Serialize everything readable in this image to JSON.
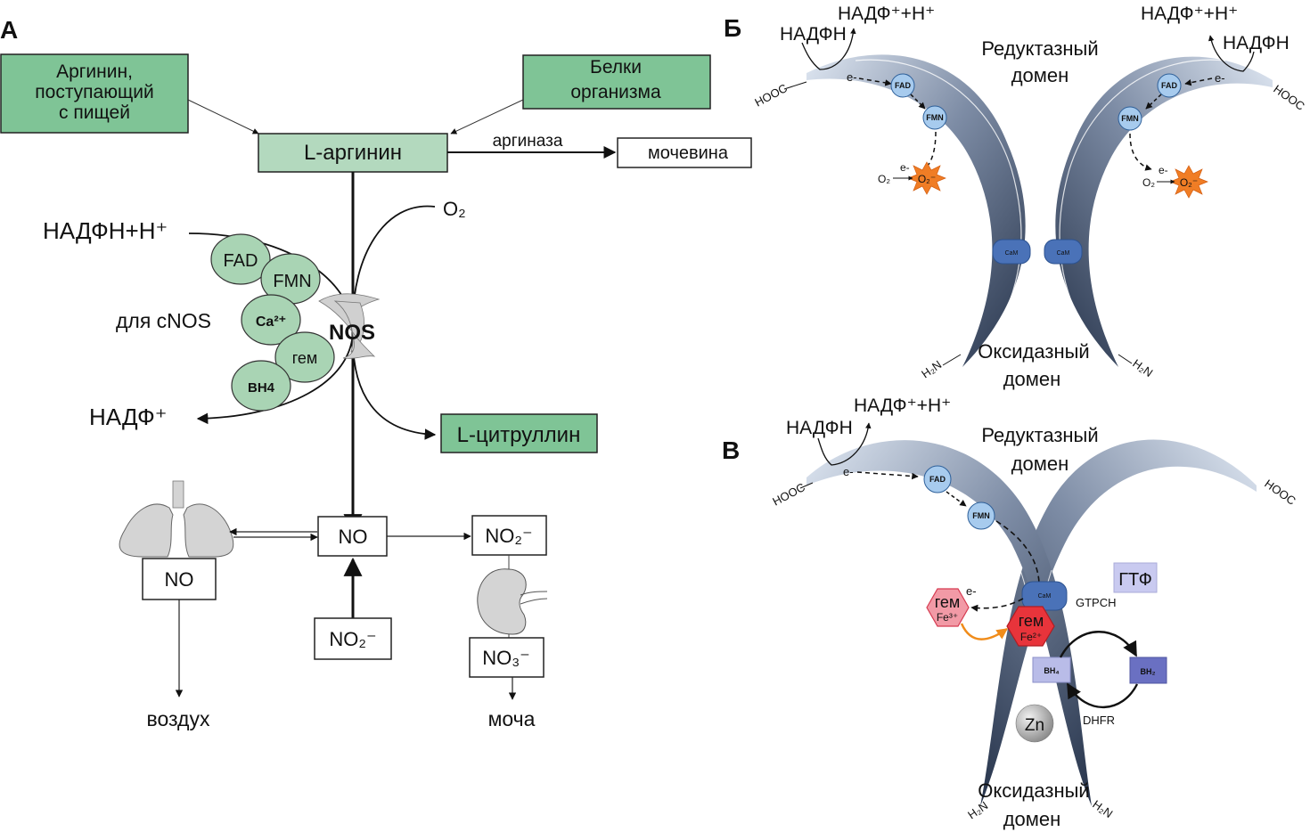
{
  "panels": {
    "a": {
      "label": "А",
      "source_diet": [
        "Аргинин,",
        "поступающий",
        "с пищей"
      ],
      "source_proteins": [
        "Белки",
        "организма"
      ],
      "l_arginine": "L-аргинин",
      "arginase": "аргиназа",
      "urea": "мочевина",
      "o2": "O₂",
      "nadph_in": "НАДФН+Н⁺",
      "nadp_out": "НАДФ⁺",
      "cofactors": {
        "fad": "FAD",
        "fmn": "FMN",
        "ca": "Ca²⁺",
        "heme": "гем",
        "bh4": "BH4"
      },
      "cnos_label": "для cNOS",
      "nos": "NOS",
      "l_citrulline": "L-цитруллин",
      "no_center": "NO",
      "no_lungs": "NO",
      "no2_right": "NO₂⁻",
      "no2_bottom": "NO₂⁻",
      "no3": "NO₃⁻",
      "air": "воздух",
      "urine": "моча",
      "icons": [
        "lungs-icon",
        "kidney-icon"
      ]
    },
    "b": {
      "label": "Б",
      "left": {
        "nadph": "НАДФН",
        "nadp": "НАДФ⁺+Н⁺",
        "cterm": "HOOC",
        "nterm": "H₂N",
        "electron": "e-",
        "fad": "FAD",
        "fmn": "FMN",
        "o2": "O₂",
        "superoxide": "O₂⁻",
        "cam": "CaM"
      },
      "right": {
        "nadph": "НАДФН",
        "nadp": "НАДФ⁺+Н⁺",
        "cterm": "HOOC",
        "nterm": "H₂N",
        "electron": "e-",
        "fad": "FAD",
        "fmn": "FMN",
        "o2": "O₂",
        "superoxide": "O₂⁻",
        "cam": "CaM"
      },
      "reductase_domain": [
        "Редуктазный",
        "домен"
      ],
      "oxidase_domain": [
        "Оксидазный",
        "домен"
      ]
    },
    "c": {
      "label": "В",
      "nadph": "НАДФН",
      "nadp": "НАДФ⁺+Н⁺",
      "cterm_left": "HOOC",
      "cterm_right": "HOOC",
      "nterm_left": "H₂N",
      "nterm_right": "H₂N",
      "electron1": "e-",
      "electron2": "e-",
      "fad": "FAD",
      "fmn": "FMN",
      "cam": "CaM",
      "gtp": "ГТФ",
      "gtpch": "GTPCH",
      "heme_fe3": [
        "гем",
        "Fe³⁺"
      ],
      "heme_fe2": [
        "гем",
        "Fe²⁺"
      ],
      "bh4": "BH₄",
      "bh2": "BH₂",
      "dhfr": "DHFR",
      "zn": "Zn",
      "reductase_domain": [
        "Редуктазный",
        "домен"
      ],
      "oxidase_domain": [
        "Оксидазный",
        "домен"
      ]
    }
  },
  "colors": {
    "green_dark": "#7fc496",
    "green_light": "#b3d9be",
    "green_circle": "#a9d4b4",
    "protein_dark": "#2f3d55",
    "protein_light": "#c9d6e6",
    "flavin_blue": "#a7cbee",
    "cam_blue": "#4a72b8",
    "orange_star": "#f07d25",
    "heme_pink": "#f29aa6",
    "heme_red": "#e8343b",
    "bh4_fill": "#b9bce8",
    "bh2_fill": "#6a70c2",
    "gtp_fill": "#c9caf0",
    "organ_gray": "#d4d4d4"
  }
}
